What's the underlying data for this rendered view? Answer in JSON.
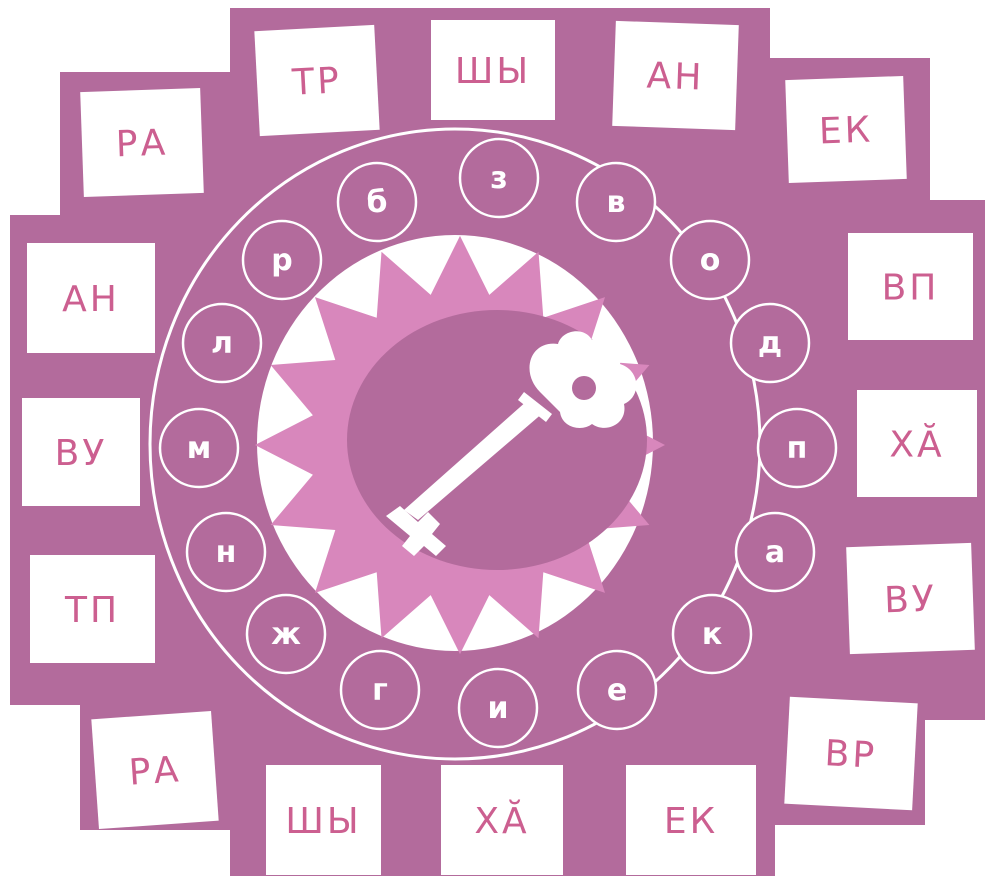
{
  "colors": {
    "board": "#b36b9c",
    "board_light": "#d887bc",
    "ring_outline": "#ffffff",
    "card": "#ffffff",
    "card_text": "#cc5f90",
    "letter_text": "#ffffff",
    "key": "#ffffff"
  },
  "icons": {
    "center": "key-icon"
  },
  "cards": [
    {
      "id": "card-top-1",
      "text": "ТР"
    },
    {
      "id": "card-top-2",
      "text": "ШЫ"
    },
    {
      "id": "card-top-3",
      "text": "АН"
    },
    {
      "id": "card-top-right",
      "text": "ЕК"
    },
    {
      "id": "card-right-1",
      "text": "ВП"
    },
    {
      "id": "card-right-2",
      "text": "ХĂ"
    },
    {
      "id": "card-right-3",
      "text": "ВУ"
    },
    {
      "id": "card-bottom-right",
      "text": "ВР"
    },
    {
      "id": "card-bottom-3",
      "text": "ЕК"
    },
    {
      "id": "card-bottom-2",
      "text": "ХĂ"
    },
    {
      "id": "card-bottom-1",
      "text": "ШЫ"
    },
    {
      "id": "card-bottom-left",
      "text": "РА"
    },
    {
      "id": "card-left-3",
      "text": "ТП"
    },
    {
      "id": "card-left-2",
      "text": "ВУ"
    },
    {
      "id": "card-left-1",
      "text": "АН"
    },
    {
      "id": "card-top-left",
      "text": "РА"
    }
  ],
  "letters": [
    "з",
    "в",
    "о",
    "д",
    "п",
    "а",
    "к",
    "е",
    "и",
    "г",
    "ж",
    "н",
    "м",
    "л",
    "р",
    "б"
  ]
}
